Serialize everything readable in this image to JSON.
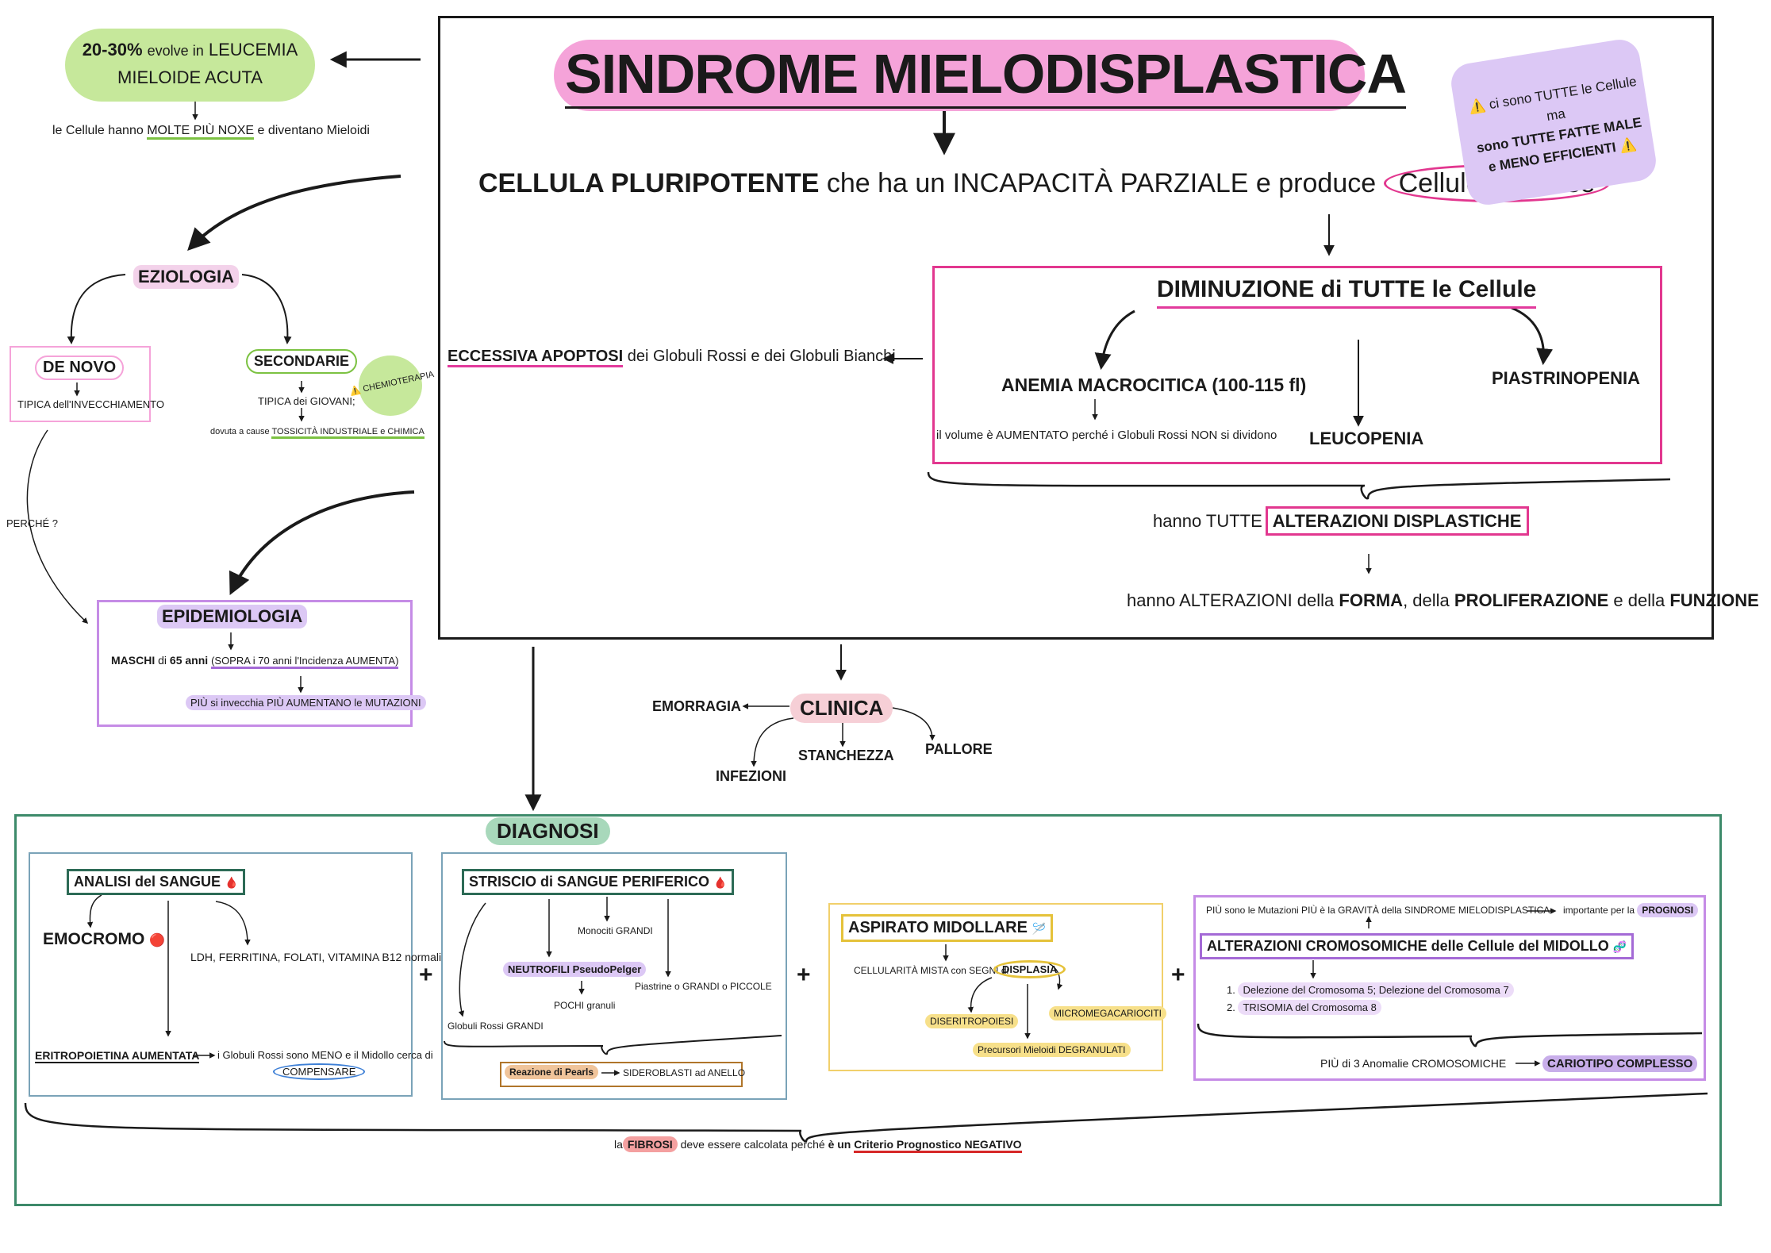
{
  "title": "SINDROME MIELODISPLASTICA",
  "cellula": {
    "a": "CELLULA PLURIPOTENTE",
    "b": "che ha un INCAPACITÀ PARZIALE e produce",
    "c": "Cellule Difettose"
  },
  "sticky": {
    "warn": "⚠️",
    "l1": "ci sono TUTTE le Cellule ma",
    "l2": "sono TUTTE FATTE MALE",
    "l3": "e MENO EFFICIENTI"
  },
  "leucemia": {
    "pct": "20-30%",
    "a": "evolve in",
    "b": "LEUCEMIA",
    "c": "MIELOIDE ACUTA",
    "sub_a": "le Cellule hanno",
    "sub_b": "MOLTE PIÙ NOXE",
    "sub_c": "e diventano Mieloidi"
  },
  "diminuzione": {
    "title": "DIMINUZIONE di TUTTE le Cellule",
    "anemia": "ANEMIA MACROCITICA (100-115 fl)",
    "anemia_note": "il volume è AUMENTATO perché i Globuli Rossi NON si dividono",
    "leucopenia": "LEUCOPENIA",
    "piastrinopenia": "PIASTRINOPENIA"
  },
  "apoptosi": {
    "a": "ECCESSIVA APOPTOSI",
    "b": "dei Globuli Rossi e dei Globuli Bianchi"
  },
  "alterazioni": {
    "a": "hanno TUTTE",
    "b": "ALTERAZIONI DISPLASTICHE",
    "forma_a": "hanno ALTERAZIONI della",
    "forma_b": "FORMA",
    "forma_c": ", della",
    "forma_d": "PROLIFERAZIONE",
    "forma_e": "e della",
    "forma_f": "FUNZIONE"
  },
  "eziologia": {
    "title": "EZIOLOGIA",
    "denovo": "DE NOVO",
    "denovo_sub": "TIPICA dell'INVECCHIAMENTO",
    "secondarie": "SECONDARIE",
    "secondarie_sub": "TIPICA dei GIOVANI;",
    "secondarie_cause_a": "dovuta a cause",
    "secondarie_cause_b": "TOSSICITÀ INDUSTRIALE e CHIMICA",
    "chemio": "⚠️ CHEMIOTERAPIA",
    "perche": "PERCHÉ ?"
  },
  "epidemiologia": {
    "title": "EPIDEMIOLOGIA",
    "a": "MASCHI",
    "b": "di",
    "c": "65 anni",
    "d": "(SOPRA i 70 anni l'Incidenza AUMENTA)",
    "e": "PIÙ si invecchia PIÙ AUMENTANO le MUTAZIONI"
  },
  "clinica": {
    "title": "CLINICA",
    "emorragia": "EMORRAGIA",
    "infezioni": "INFEZIONI",
    "stanchezza": "STANCHEZZA",
    "pallore": "PALLORE"
  },
  "diagnosi": {
    "title": "DIAGNOSI",
    "plus": "+",
    "sangue": {
      "title": "ANALISI del SANGUE",
      "drop": "🩸",
      "emocromo": "EMOCROMO",
      "dot": "🔴",
      "ldh": "LDH, FERRITINA, FOLATI, VITAMINA B12 normali",
      "eritro": "ERITROPOIETINA AUMENTATA",
      "eritro_b": "i Globuli Rossi sono MENO e il Midollo cerca di",
      "compensare": "COMPENSARE"
    },
    "striscio": {
      "title": "STRISCIO di SANGUE PERIFERICO",
      "drop": "🩸",
      "monociti": "Monociti GRANDI",
      "neutrofili": "NEUTROFILI PseudoPelger",
      "pochi": "POCHI granuli",
      "piastrine": "Piastrine o GRANDI o PICCOLE",
      "globuli": "Globuli Rossi GRANDI",
      "pearls": "Reazione di Pearls",
      "sidero": "SIDEROBLASTI ad ANELLO"
    },
    "aspirato": {
      "title": "ASPIRATO MIDOLLARE",
      "icon": "🪡",
      "cellularita": "CELLULARITÀ MISTA con SEGNI di",
      "displasia": "DISPLASIA",
      "diseritro": "DISERITROPOIESI",
      "micromega": "MICROMEGACARIOCITI",
      "precursori": "Precursori Mieloidi DEGRANULATI"
    },
    "cromo": {
      "top_a": "PIÙ sono le Mutazioni PIÙ è la GRAVITÀ della SINDROME MIELODISPLASTICA",
      "top_b": "importante per la",
      "prognosi": "PROGNOSI",
      "title": "ALTERAZIONI CROMOSOMICHE delle Cellule del MIDOLLO",
      "icon": "🧬",
      "item1_n": "1.",
      "item1": "Delezione del Cromosoma 5; Delezione del Cromosoma 7",
      "item2_n": "2.",
      "item2": "TRISOMIA del Cromosoma 8",
      "anomalie": "PIÙ di 3 Anomalie CROMOSOMICHE",
      "cariotipo": "CARIOTIPO COMPLESSO"
    },
    "fibrosi": {
      "a": "la",
      "b": "FIBROSI",
      "c": "deve essere calcolata perché",
      "d": "è un",
      "e": "Criterio Prognostico NEGATIVO"
    }
  },
  "colors": {
    "pink": "#f5a3d9",
    "green": "#c6e89b",
    "lavender": "#dcc8f5",
    "teal": "#3d8a6a",
    "magenta": "#e2378f",
    "yellow": "#f7e08a",
    "red": "#f4a0a0"
  }
}
